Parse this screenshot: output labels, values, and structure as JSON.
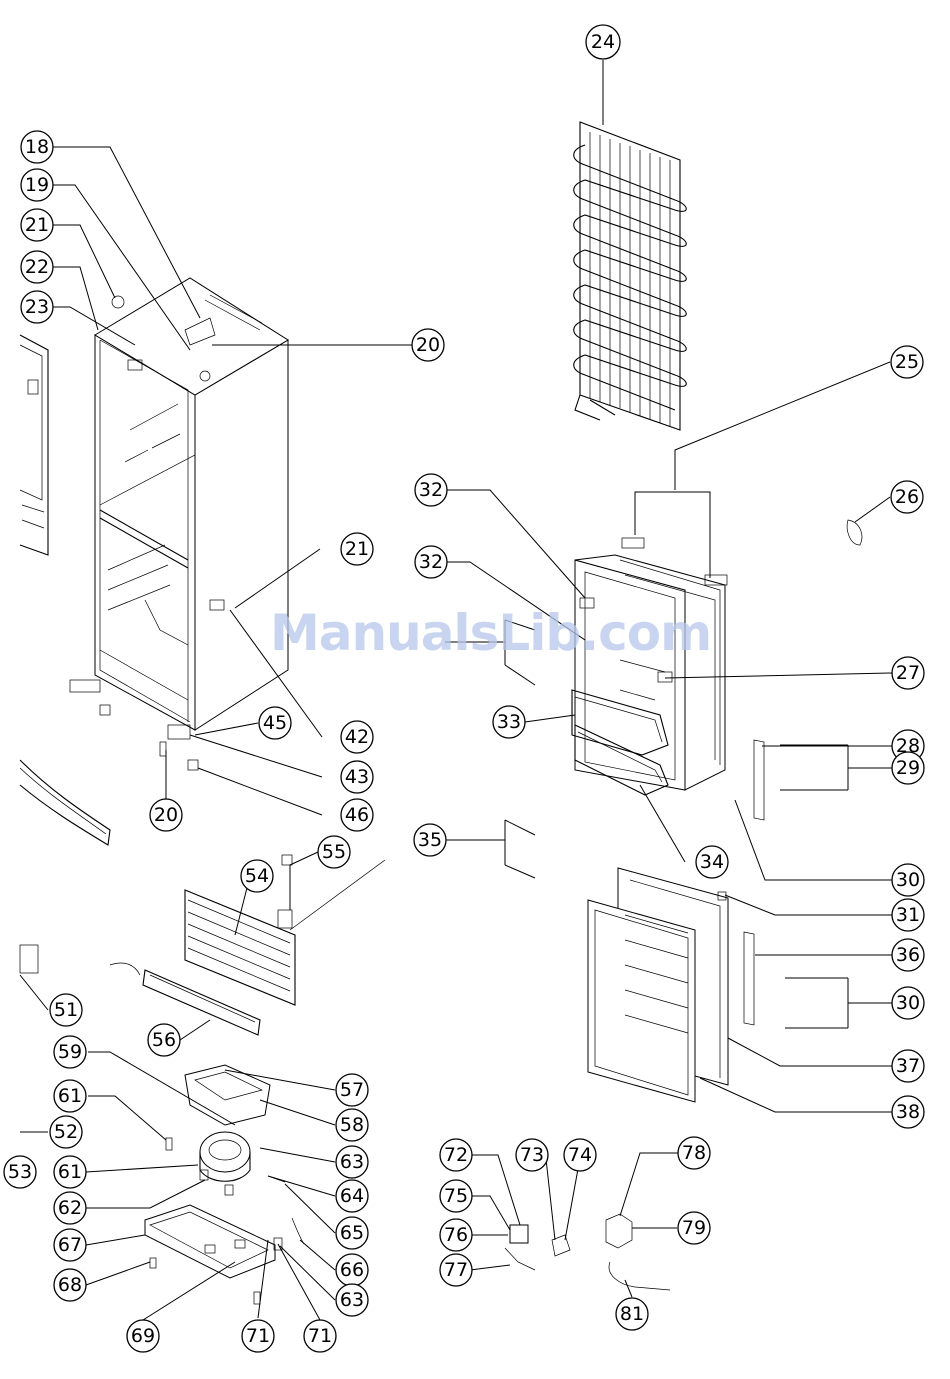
{
  "watermark": "ManualsLib.com",
  "callouts": [
    {
      "id": "c24",
      "label": "24"
    },
    {
      "id": "c18",
      "label": "18"
    },
    {
      "id": "c19",
      "label": "19"
    },
    {
      "id": "c21a",
      "label": "21"
    },
    {
      "id": "c22",
      "label": "22"
    },
    {
      "id": "c23",
      "label": "23"
    },
    {
      "id": "c20a",
      "label": "20"
    },
    {
      "id": "c25",
      "label": "25"
    },
    {
      "id": "c32a",
      "label": "32"
    },
    {
      "id": "c26",
      "label": "26"
    },
    {
      "id": "c21b",
      "label": "21"
    },
    {
      "id": "c32b",
      "label": "32"
    },
    {
      "id": "c27",
      "label": "27"
    },
    {
      "id": "c33",
      "label": "33"
    },
    {
      "id": "c45",
      "label": "45"
    },
    {
      "id": "c42",
      "label": "42"
    },
    {
      "id": "c28",
      "label": "28"
    },
    {
      "id": "c43",
      "label": "43"
    },
    {
      "id": "c29",
      "label": "29"
    },
    {
      "id": "c46",
      "label": "46"
    },
    {
      "id": "c20b",
      "label": "20"
    },
    {
      "id": "c35",
      "label": "35"
    },
    {
      "id": "c55",
      "label": "55"
    },
    {
      "id": "c34",
      "label": "34"
    },
    {
      "id": "c54",
      "label": "54"
    },
    {
      "id": "c30a",
      "label": "30"
    },
    {
      "id": "c31",
      "label": "31"
    },
    {
      "id": "c36",
      "label": "36"
    },
    {
      "id": "c51",
      "label": "51"
    },
    {
      "id": "c30b",
      "label": "30"
    },
    {
      "id": "c56",
      "label": "56"
    },
    {
      "id": "c59",
      "label": "59"
    },
    {
      "id": "c37",
      "label": "37"
    },
    {
      "id": "c57",
      "label": "57"
    },
    {
      "id": "c61a",
      "label": "61"
    },
    {
      "id": "c38",
      "label": "38"
    },
    {
      "id": "c58",
      "label": "58"
    },
    {
      "id": "c52",
      "label": "52"
    },
    {
      "id": "c72",
      "label": "72"
    },
    {
      "id": "c73",
      "label": "73"
    },
    {
      "id": "c74",
      "label": "74"
    },
    {
      "id": "c78",
      "label": "78"
    },
    {
      "id": "c63a",
      "label": "63"
    },
    {
      "id": "c61b",
      "label": "61"
    },
    {
      "id": "c53",
      "label": "53"
    },
    {
      "id": "c64",
      "label": "64"
    },
    {
      "id": "c75",
      "label": "75"
    },
    {
      "id": "c62",
      "label": "62"
    },
    {
      "id": "c76",
      "label": "76"
    },
    {
      "id": "c79",
      "label": "79"
    },
    {
      "id": "c65",
      "label": "65"
    },
    {
      "id": "c67",
      "label": "67"
    },
    {
      "id": "c77",
      "label": "77"
    },
    {
      "id": "c66",
      "label": "66"
    },
    {
      "id": "c68",
      "label": "68"
    },
    {
      "id": "c63b",
      "label": "63"
    },
    {
      "id": "c81",
      "label": "81"
    },
    {
      "id": "c69",
      "label": "69"
    },
    {
      "id": "c71a",
      "label": "71"
    },
    {
      "id": "c71b",
      "label": "71"
    }
  ]
}
